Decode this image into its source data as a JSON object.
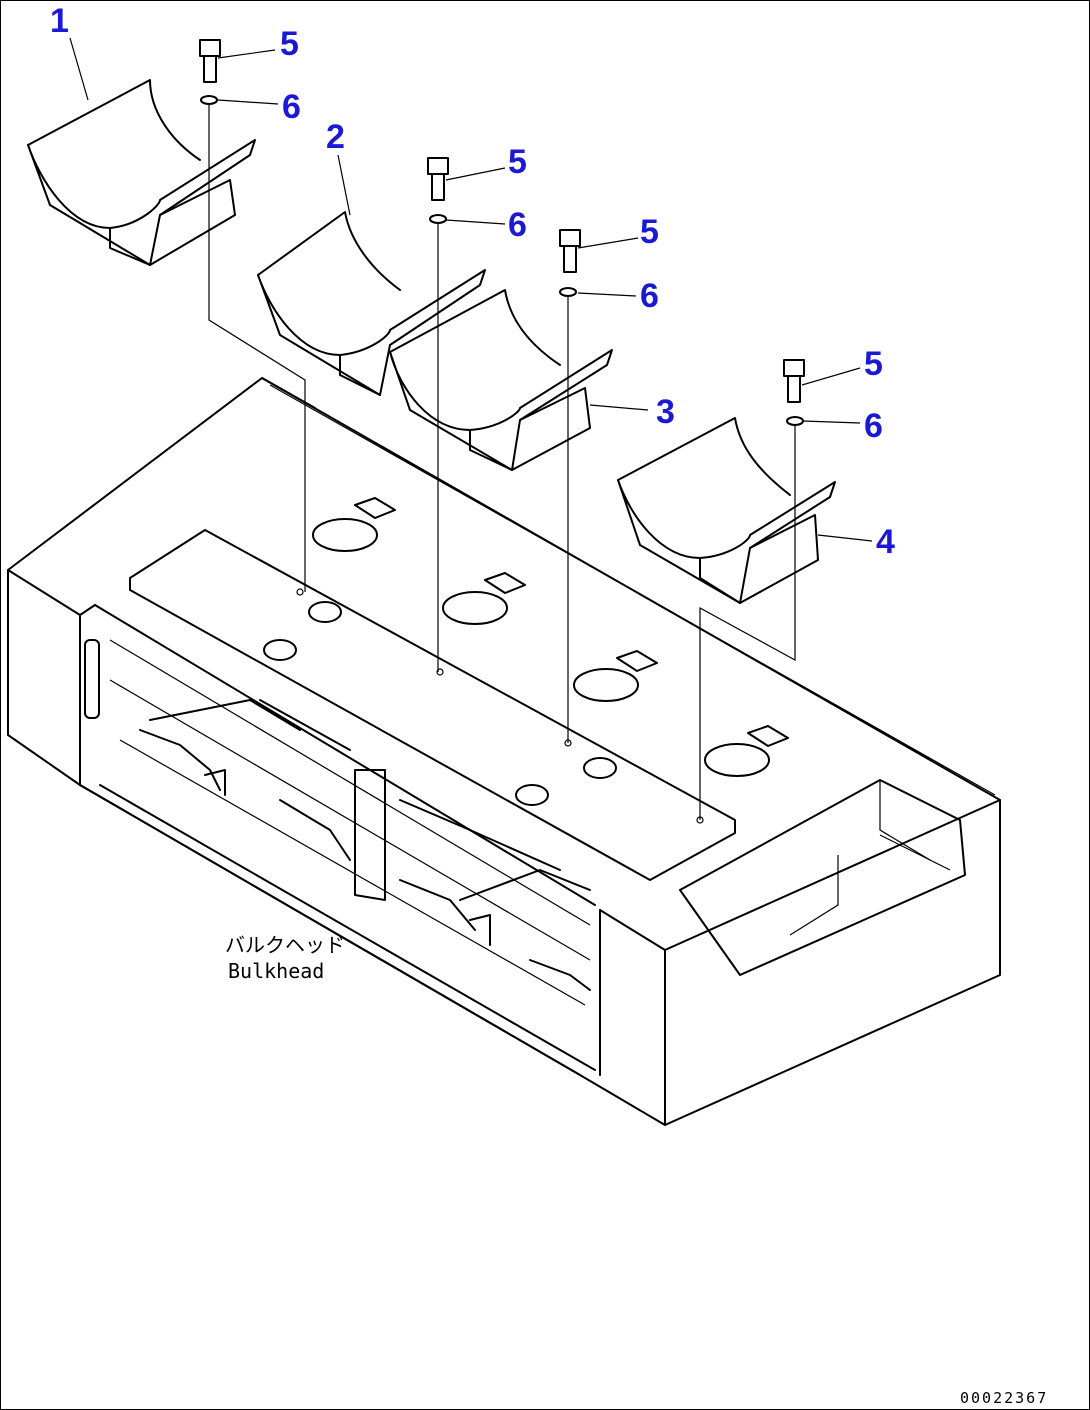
{
  "callouts": {
    "part_1": "1",
    "part_2": "2",
    "part_3": "3",
    "part_4": "4",
    "bolt_a": "5",
    "washer_a": "6",
    "bolt_b": "5",
    "washer_b": "6",
    "bolt_c": "5",
    "washer_c": "6",
    "bolt_d": "5",
    "washer_d": "6"
  },
  "notes": {
    "bulkhead_jp": "バルクヘッド",
    "bulkhead_en": "Bulkhead"
  },
  "drawing_code": "00022367",
  "colors": {
    "callout": "#1a1ad6",
    "line": "#000000"
  }
}
